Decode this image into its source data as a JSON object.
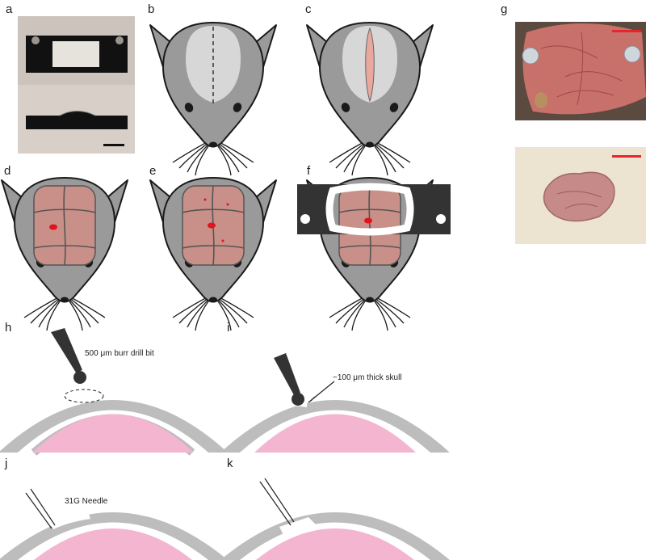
{
  "panels": {
    "a": "a",
    "b": "b",
    "c": "c",
    "d": "d",
    "e": "e",
    "f": "f",
    "g": "g",
    "h": "h",
    "i": "i",
    "j": "j",
    "k": "k"
  },
  "annotations": {
    "h_label": "500 μm burr drill bit",
    "i_label": "~100 μm thick skull",
    "j_label": "31G Needle"
  },
  "colors": {
    "mouse_body": "#9a9a9a",
    "mouse_outline": "#1a1a1a",
    "skull_window": "#d7d7d7",
    "brain": "#c89088",
    "lesion": "#e0141c",
    "plate": "#333333",
    "skull_layer": "#bdbdbd",
    "brain_layer": "#f3b5d0",
    "scale_bar_red": "#e8242c"
  }
}
